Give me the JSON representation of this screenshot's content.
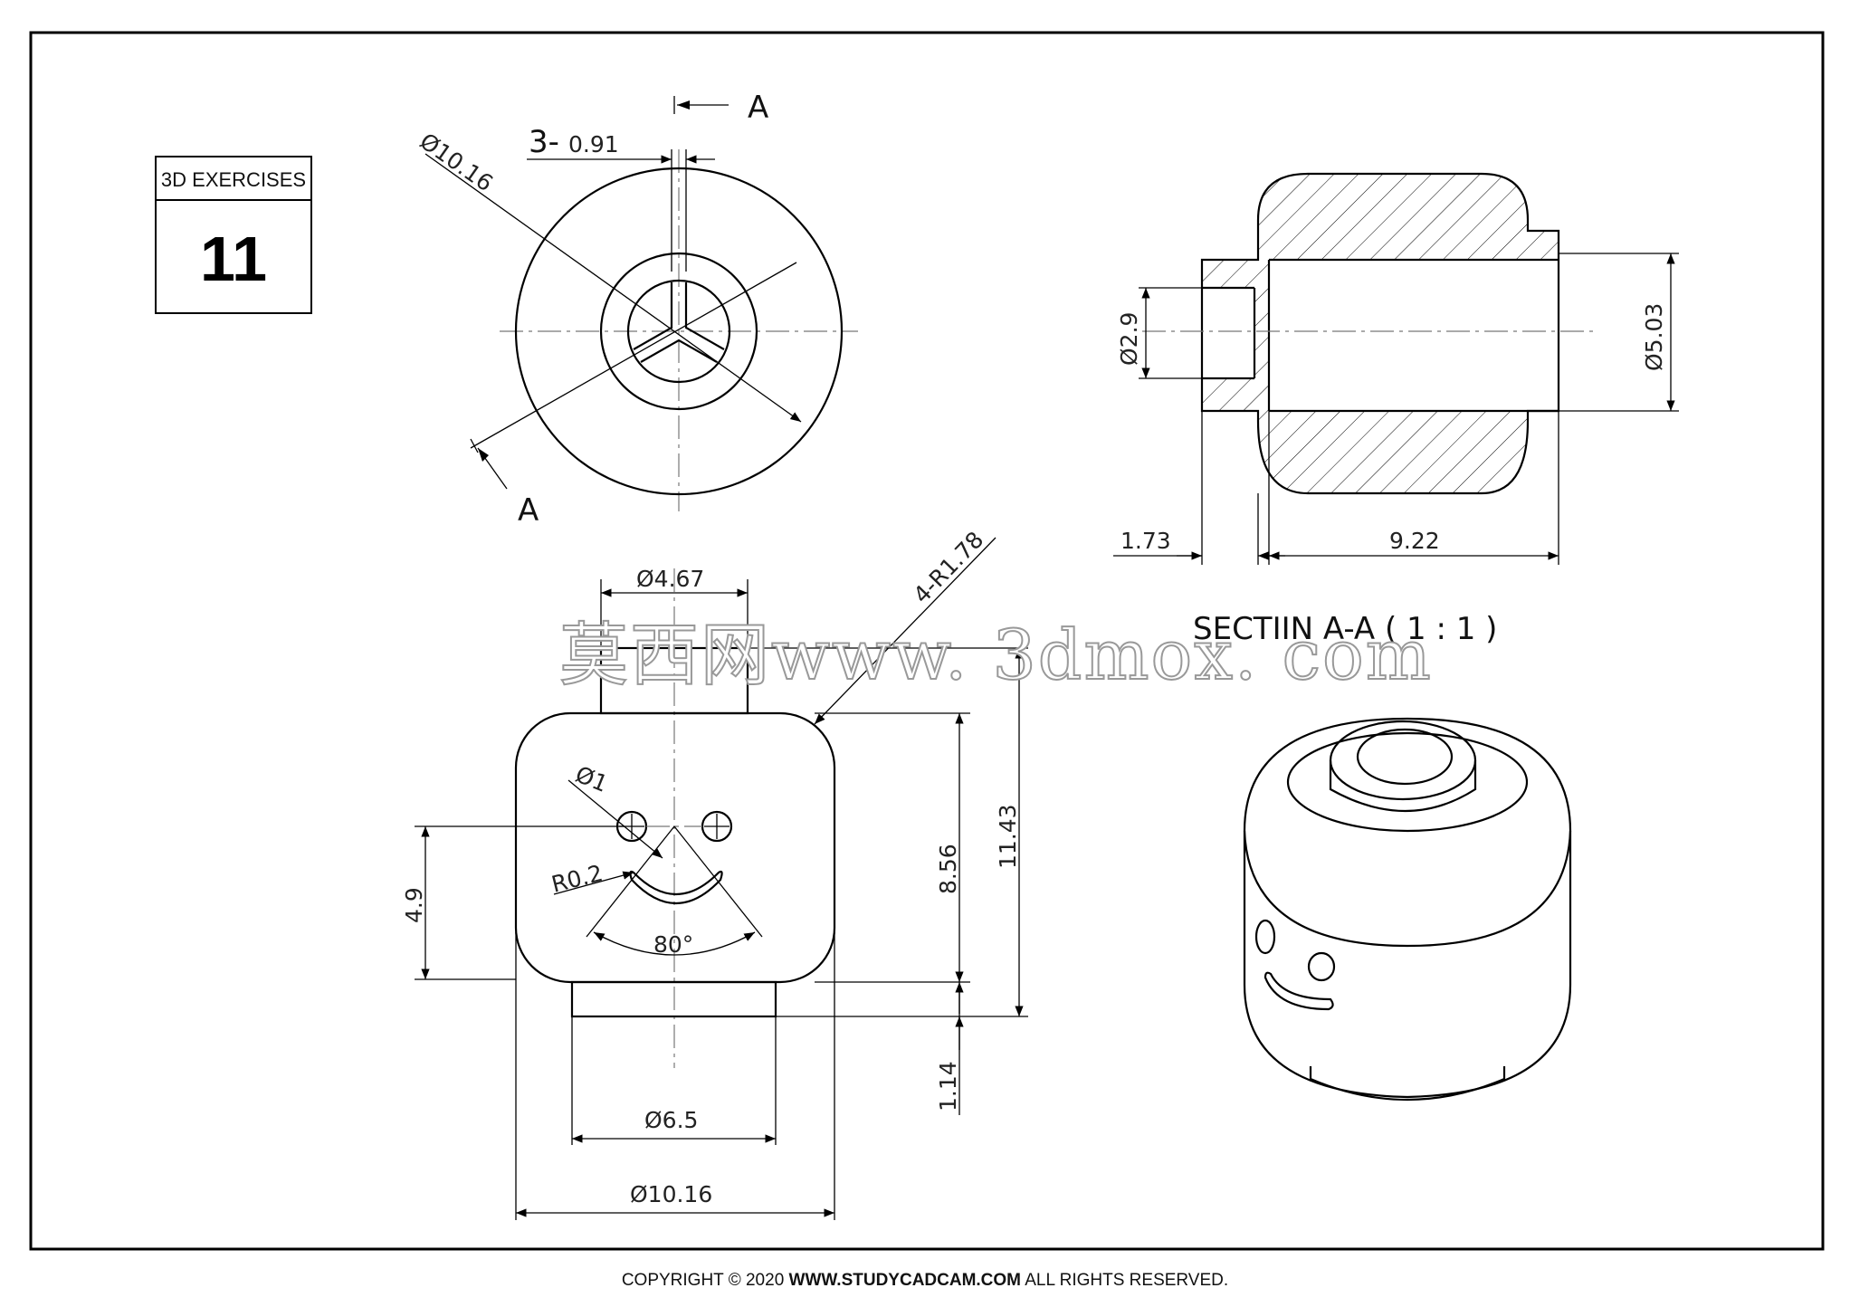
{
  "title_block": {
    "label": "3D EXERCISES",
    "number": "11"
  },
  "top_view": {
    "section_mark": "A",
    "section_mark_2": "A",
    "dim_outer": "Ø10.16",
    "dim_slot_prefix": "3-",
    "dim_slot_value": "0.91"
  },
  "section_view": {
    "dim_left_dia": "Ø2.9",
    "dim_right_dia": "Ø5.03",
    "dim_left_len": "1.73",
    "dim_main_len": "9.22",
    "title": "SECTIIN A-A ( 1 : 1 )"
  },
  "front_view": {
    "dim_top_dia": "Ø4.67",
    "dim_corner": "4-R1.78",
    "dim_eye": "Ø1",
    "dim_mouth_r": "R0.2",
    "dim_angle": "80°",
    "dim_eye_height": "4.9",
    "dim_body_height": "8.56",
    "dim_total_height": "11.43",
    "dim_bottom_len": "1.14",
    "dim_bottom_dia": "Ø6.5",
    "dim_body_dia": "Ø10.16"
  },
  "watermark": "莫西网www. 3dmox. com",
  "footer": {
    "prefix": "COPYRIGHT © 2020 ",
    "site": "WWW.STUDYCADCAM.COM",
    "suffix": " ALL RIGHTS RESERVED."
  }
}
